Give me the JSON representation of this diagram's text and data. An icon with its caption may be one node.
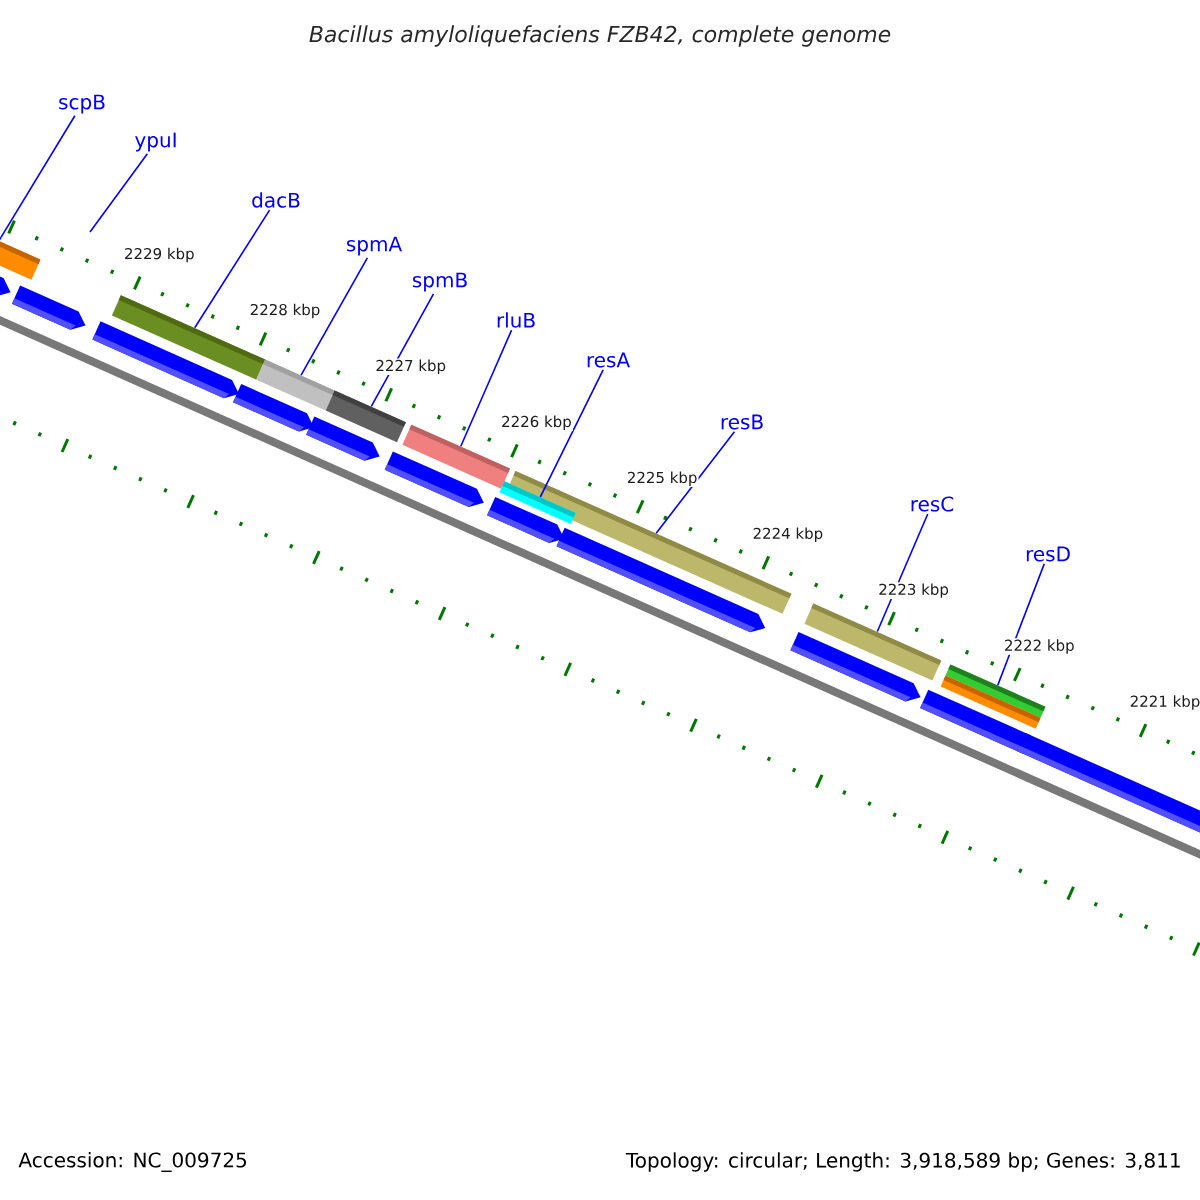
{
  "diagram": {
    "title": "Bacillus amyloliquefaciens FZB42, complete genome",
    "nodes": [
      {
        "text": [
          "scpB"
        ]
      },
      {
        "text": [
          "ypuI"
        ]
      },
      {
        "text": [
          "dacB"
        ]
      },
      {
        "text": [
          "spmA"
        ]
      },
      {
        "text": [
          "spmB"
        ]
      },
      {
        "text": [
          "rluB"
        ]
      },
      {
        "text": [
          "resA"
        ]
      },
      {
        "text": [
          "resB"
        ]
      },
      {
        "text": [
          "resC"
        ]
      },
      {
        "text": [
          "resD"
        ]
      },
      {
        "text": [],
        "shape": "bar"
      },
      {
        "text": [],
        "shape": "bar"
      },
      {
        "text": [],
        "shape": "bar"
      },
      {
        "text": [],
        "shape": "bar"
      },
      {
        "text": [],
        "shape": "bar"
      },
      {
        "text": [],
        "shape": "bar"
      },
      {
        "text": [],
        "shape": "bar"
      },
      {
        "text": [],
        "shape": "bar"
      },
      {
        "text": [],
        "shape": "bar"
      },
      {
        "text": [],
        "shape": "bar"
      }
    ],
    "edges": [
      {
        "from": 0,
        "to": 10,
        "arrow": "none"
      },
      {
        "from": 1,
        "to": null,
        "arrow": "none"
      },
      {
        "from": 2,
        "to": 11,
        "arrow": "none"
      },
      {
        "from": 3,
        "to": 12,
        "arrow": "none"
      },
      {
        "from": 4,
        "to": 13,
        "arrow": "none"
      },
      {
        "from": 5,
        "to": 14,
        "arrow": "none"
      },
      {
        "from": 6,
        "to": 16,
        "arrow": "none"
      },
      {
        "from": 7,
        "to": 15,
        "arrow": "none"
      },
      {
        "from": 8,
        "to": 17,
        "arrow": "none"
      },
      {
        "from": 9,
        "to": 18,
        "arrow": "none"
      }
    ],
    "labels": [
      "2229 kbp",
      "2228 kbp",
      "2227 kbp",
      "2226 kbp",
      "2225 kbp",
      "2224 kbp",
      "2223 kbp",
      "2222 kbp",
      "2221 kbp",
      "Accession: NC_009725",
      "Topology: circular; Length: 3,918,589 bp; Genes: 3,811"
    ]
  }
}
